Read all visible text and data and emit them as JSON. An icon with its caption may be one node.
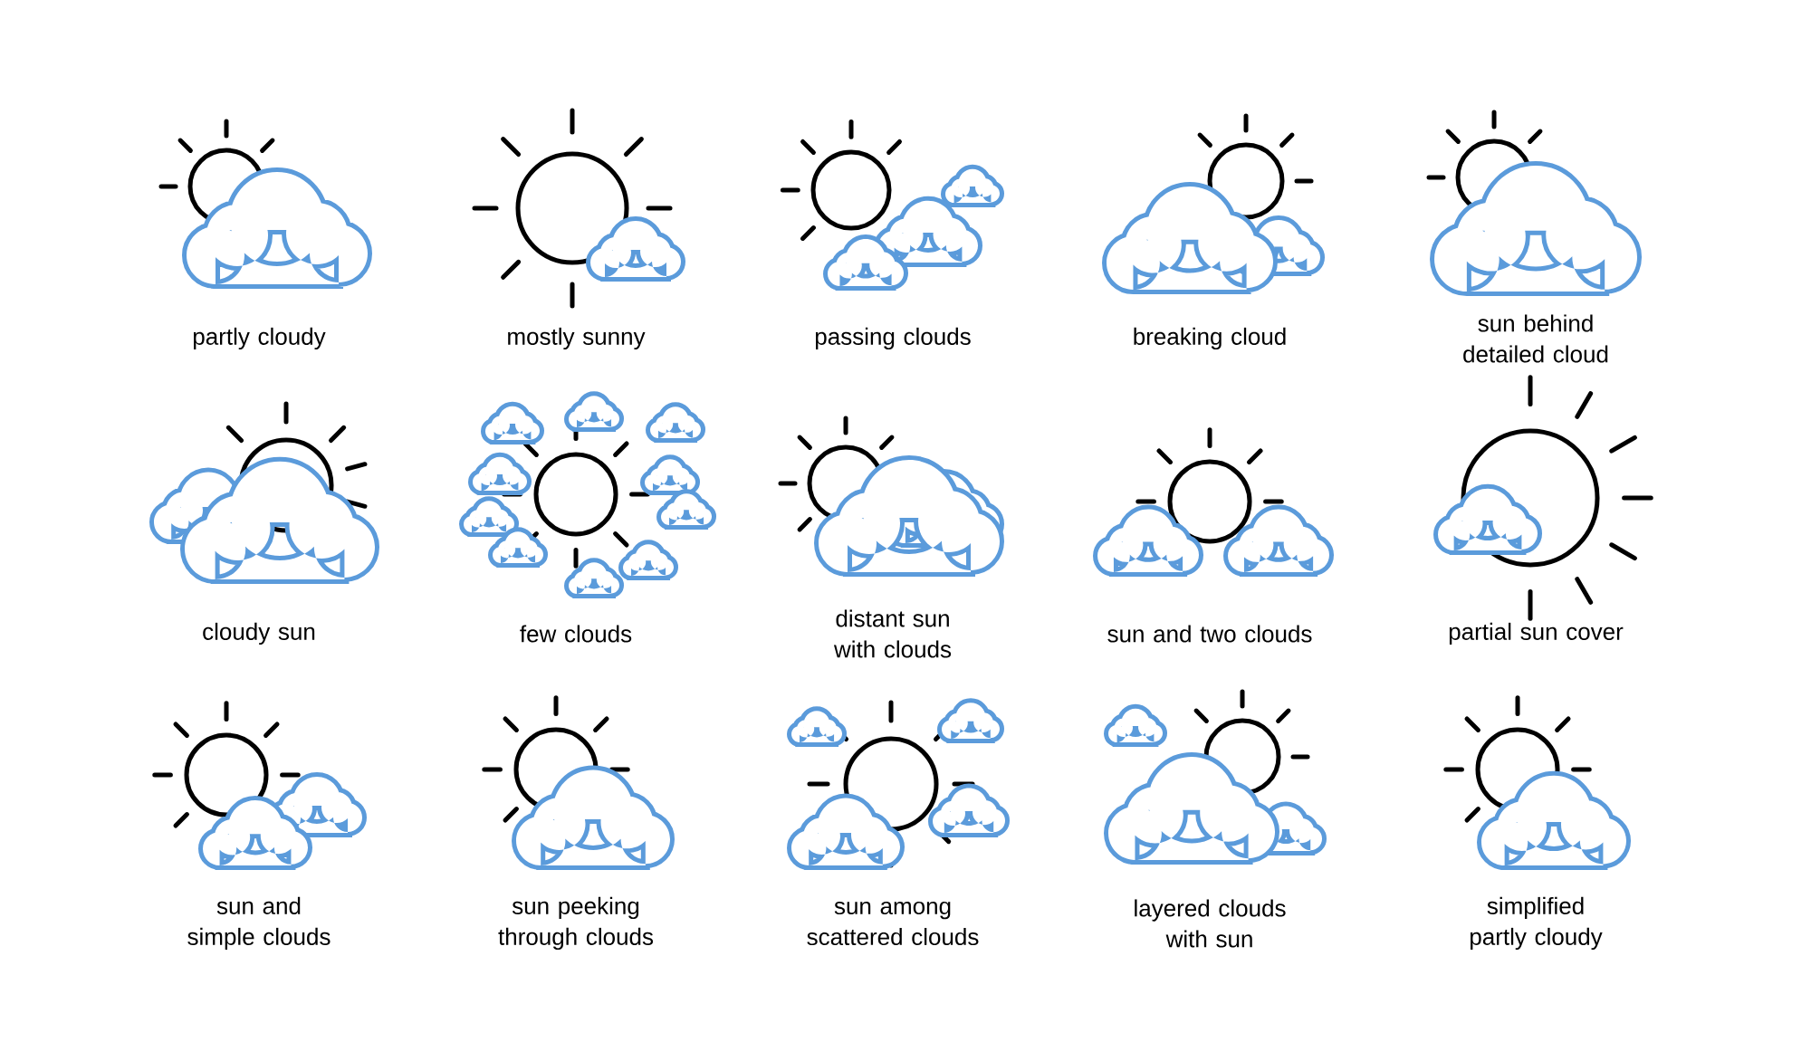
{
  "diagram": {
    "labels": [
      "partly cloudy",
      "mostly sunny",
      "passing clouds",
      "breaking cloud",
      "sun behind detailed cloud",
      "cloudy sun",
      "few clouds",
      "distant sun with clouds",
      "sun and two clouds",
      "partial sun cover",
      "sun and simple clouds",
      "sun peeking through clouds",
      "sun among scattered clouds",
      "layered clouds with sun",
      "simplified partly cloudy"
    ]
  }
}
